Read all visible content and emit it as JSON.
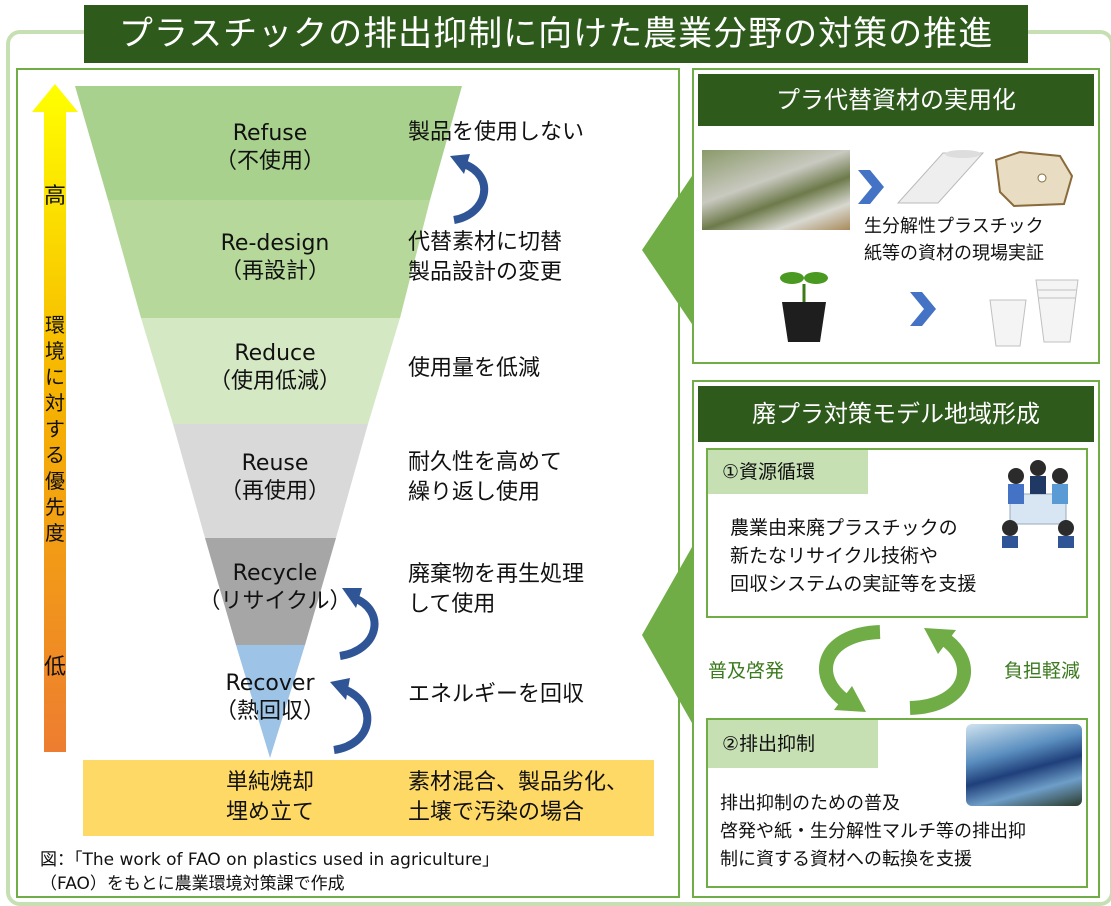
{
  "title": "プラスチックの排出抑制に向けた農業分野の対策の推進",
  "priority_axis": {
    "high": "高",
    "vertical": [
      "環",
      "境",
      "に",
      "対",
      "す",
      "る",
      "優",
      "先",
      "度"
    ],
    "low": "低"
  },
  "tiers": [
    {
      "en": "Refuse",
      "ja": "（不使用）",
      "desc": [
        "製品を使用しない"
      ],
      "color": "#a9d18e"
    },
    {
      "en": "Re-design",
      "ja": "（再設計）",
      "desc": [
        "代替素材に切替",
        "製品設計の変更"
      ],
      "color": "#b6d99b"
    },
    {
      "en": "Reduce",
      "ja": "（使用低減）",
      "desc": [
        "使用量を低減"
      ],
      "color": "#d5e8c4"
    },
    {
      "en": "Reuse",
      "ja": "（再使用）",
      "desc": [
        "耐久性を高めて",
        "繰り返し使用"
      ],
      "color": "#d9d9d9"
    },
    {
      "en": "Recycle",
      "ja": "（リサイクル）",
      "desc": [
        "廃棄物を再生処理",
        "して使用"
      ],
      "color": "#a6a6a6"
    },
    {
      "en": "Recover",
      "ja": "（熱回収）",
      "desc": [
        "エネルギーを回収"
      ],
      "color": "#9dc3e6"
    }
  ],
  "bottom": {
    "left": [
      "単純焼却",
      "埋め立て"
    ],
    "right": [
      "素材混合、製品劣化、",
      "土壌で汚染の場合"
    ]
  },
  "caption": [
    "図：「The work of FAO on plastics used in agriculture」",
    "（FAO）をもとに農業環境対策課で作成"
  ],
  "panel1": {
    "header": "プラ代替資材の実用化",
    "text": [
      "生分解性プラスチック",
      "紙等の資材の現場実証"
    ]
  },
  "panel2": {
    "header": "廃プラ対策モデル地域形成",
    "box1": {
      "label": "①資源循環",
      "text": [
        "農業由来廃プラスチックの",
        "新たなリサイクル技術や",
        "回収システムの実証等を支援"
      ]
    },
    "cycle": {
      "left": "普及啓発",
      "right": "負担軽減"
    },
    "box2": {
      "label": "②排出抑制",
      "text": [
        "排出抑制のための普及",
        "啓発や紙・生分解性マルチ等の排出抑",
        "制に資する資材への転換を支援"
      ]
    }
  },
  "colors": {
    "dark_green": "#2e5a1c",
    "green": "#70ad47",
    "light_green": "#c6e0b4",
    "yellow": "#ffd966",
    "arrow_blue": "#2f5597"
  }
}
